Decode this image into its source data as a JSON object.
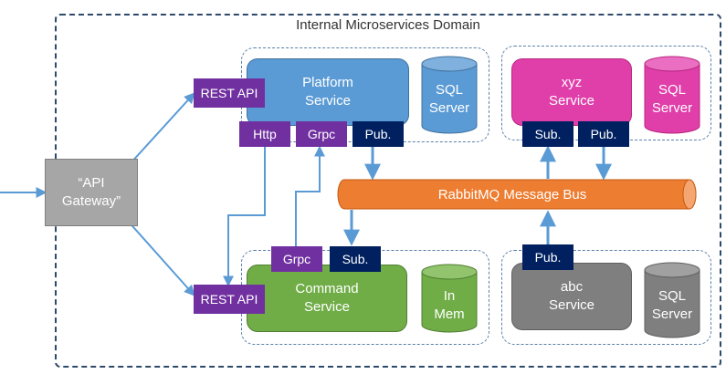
{
  "domain": {
    "title": "Internal Microservices Domain"
  },
  "gateway": {
    "label": "“API\nGateway”"
  },
  "message_bus": {
    "label": "RabbitMQ Message Bus"
  },
  "services": {
    "platform": {
      "label": "Platform\nService"
    },
    "xyz": {
      "label": "xyz\nService"
    },
    "command": {
      "label": "Command\nService"
    },
    "abc": {
      "label": "abc\nService"
    }
  },
  "databases": {
    "platform_db": "SQL\nServer",
    "xyz_db": "SQL\nServer",
    "command_db": "In\nMem",
    "abc_db": "SQL\nServer"
  },
  "tags": {
    "rest_api_top": "REST API",
    "http": "Http",
    "grpc_platform": "Grpc",
    "pub_platform": "Pub.",
    "sub_xyz": "Sub.",
    "pub_xyz": "Pub.",
    "grpc_command": "Grpc",
    "sub_command": "Sub.",
    "rest_api_bottom": "REST API",
    "pub_abc": "Pub."
  },
  "colors": {
    "platform": "#5b9bd5",
    "xyz": "#e03ea9",
    "command": "#70ad47",
    "abc": "#7f7f7f",
    "gateway": "#a6a6a6",
    "bus": "#ed7d31",
    "purple_tag": "#7030a0",
    "navy_tag": "#002060",
    "arrow": "#5b9bd5"
  }
}
